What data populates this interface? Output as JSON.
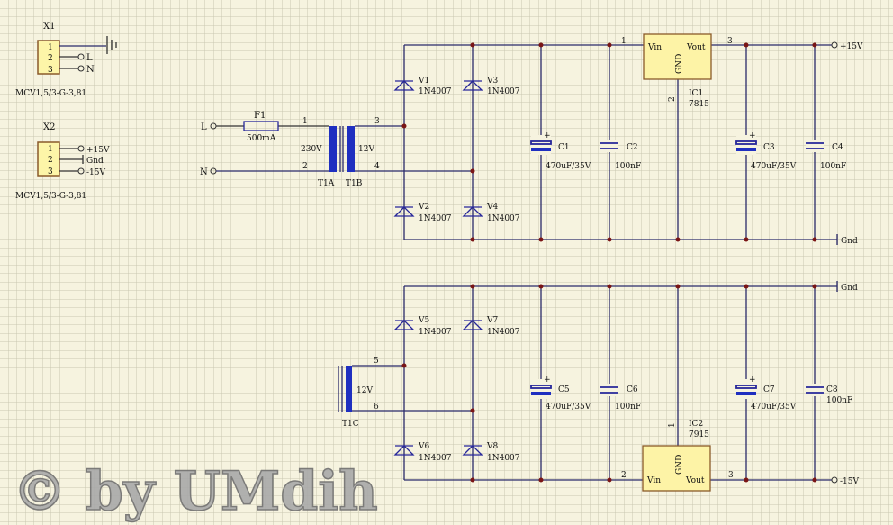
{
  "connectors": {
    "x1": {
      "ref": "X1",
      "part": "MCV1,5/3-G-3,81",
      "pins": [
        "1",
        "2",
        "3"
      ],
      "nets": [
        "L",
        "N"
      ]
    },
    "x2": {
      "ref": "X2",
      "part": "MCV1,5/3-G-3,81",
      "pins": [
        "1",
        "2",
        "3"
      ],
      "nets": [
        "+15V",
        "Gnd",
        "-15V"
      ]
    }
  },
  "inputs": {
    "l": "L",
    "n": "N"
  },
  "fuse": {
    "ref": "F1",
    "value": "500mA"
  },
  "transformer": {
    "pins": [
      "1",
      "2",
      "3",
      "4",
      "5",
      "6"
    ],
    "primary": "230V",
    "secondary": "12V",
    "secondary2": "12V",
    "t1a": "T1A",
    "t1b": "T1B",
    "t1c": "T1C"
  },
  "diodes": [
    {
      "ref": "V1",
      "value": "1N4007"
    },
    {
      "ref": "V2",
      "value": "1N4007"
    },
    {
      "ref": "V3",
      "value": "1N4007"
    },
    {
      "ref": "V4",
      "value": "1N4007"
    },
    {
      "ref": "V5",
      "value": "1N4007"
    },
    {
      "ref": "V6",
      "value": "1N4007"
    },
    {
      "ref": "V7",
      "value": "1N4007"
    },
    {
      "ref": "V8",
      "value": "1N4007"
    }
  ],
  "caps": [
    {
      "ref": "C1",
      "value": "470uF/35V"
    },
    {
      "ref": "C2",
      "value": "100nF"
    },
    {
      "ref": "C3",
      "value": "470uF/35V"
    },
    {
      "ref": "C4",
      "value": "100nF"
    },
    {
      "ref": "C5",
      "value": "470uF/35V"
    },
    {
      "ref": "C6",
      "value": "100nF"
    },
    {
      "ref": "C7",
      "value": "470uF/35V"
    },
    {
      "ref": "C8",
      "value": "100nF"
    }
  ],
  "ic1": {
    "ref": "IC1",
    "value": "7815",
    "vin": "Vin",
    "vout": "Vout",
    "gnd": "GND",
    "p1": "1",
    "p2": "2",
    "p3": "3"
  },
  "ic2": {
    "ref": "IC2",
    "value": "7915",
    "vin": "Vin",
    "vout": "Vout",
    "gnd": "GND",
    "p1": "1",
    "p2": "2",
    "p3": "3"
  },
  "nets": {
    "plus15": "+15V",
    "minus15": "-15V",
    "gnd": "Gnd",
    "plus": "+"
  },
  "watermark": "© by UMdih"
}
